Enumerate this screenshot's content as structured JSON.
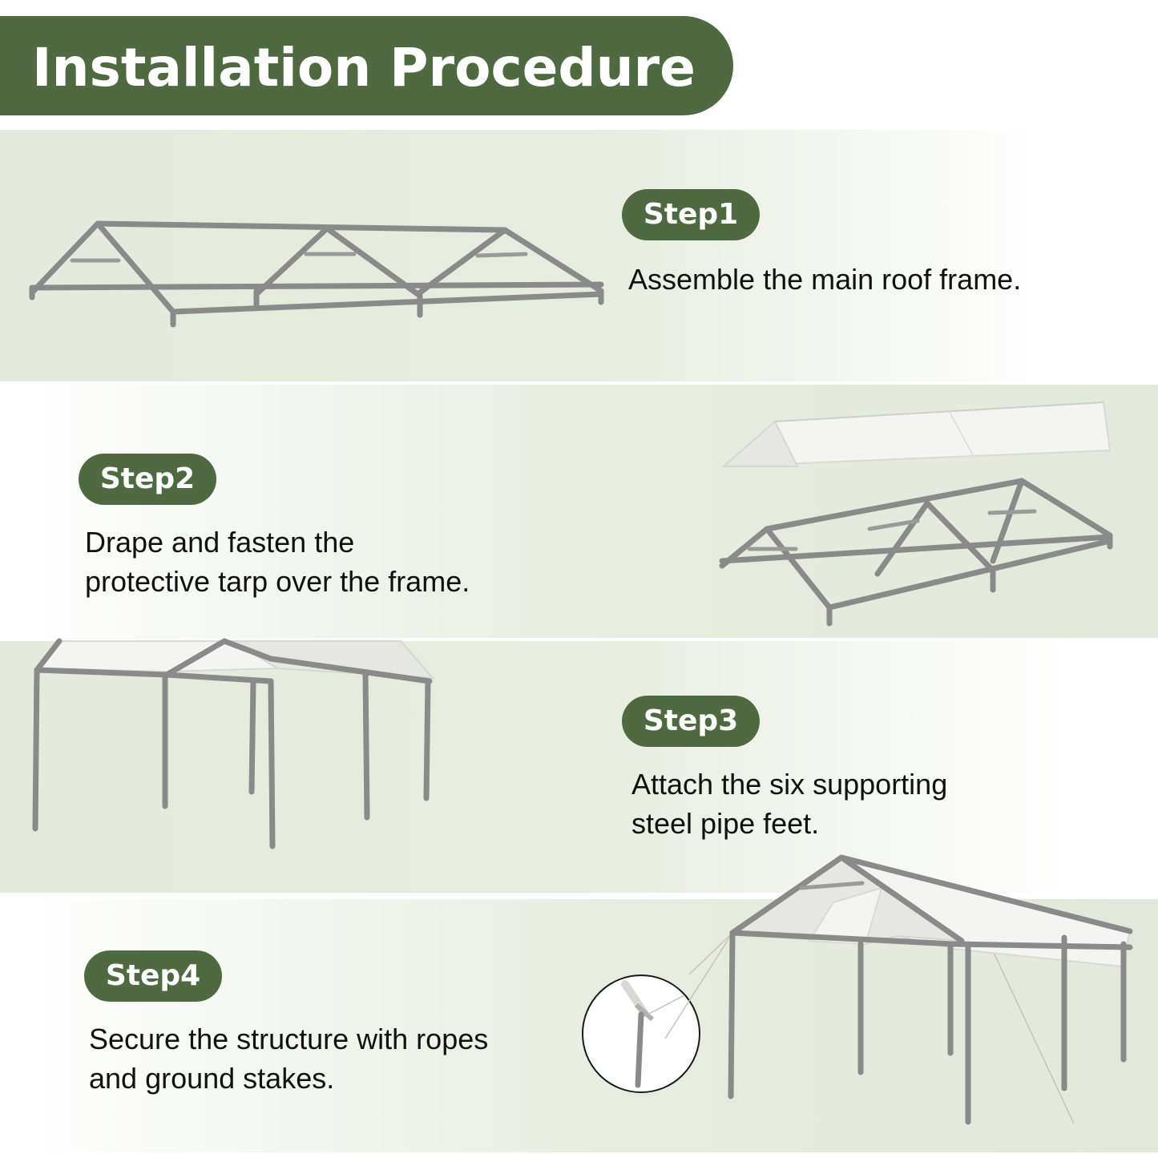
{
  "title": "Installation Procedure",
  "colors": {
    "accent": "#4f6a40",
    "panel_green": "#e4ebde",
    "text": "#111111",
    "frame_gray": "#8a8a8a"
  },
  "steps": [
    {
      "label": "Step1",
      "text_lines": [
        "Assemble the main roof frame."
      ],
      "illustration": "roof-frame"
    },
    {
      "label": "Step2",
      "text_lines": [
        "Drape and fasten the",
        "protective tarp over the frame."
      ],
      "illustration": "tarp-over-frame"
    },
    {
      "label": "Step3",
      "text_lines": [
        "Attach the six supporting",
        "steel pipe feet."
      ],
      "illustration": "frame-with-legs"
    },
    {
      "label": "Step4",
      "text_lines": [
        "Secure the structure with ropes",
        "and ground stakes."
      ],
      "illustration": "carport-with-ropes"
    }
  ]
}
